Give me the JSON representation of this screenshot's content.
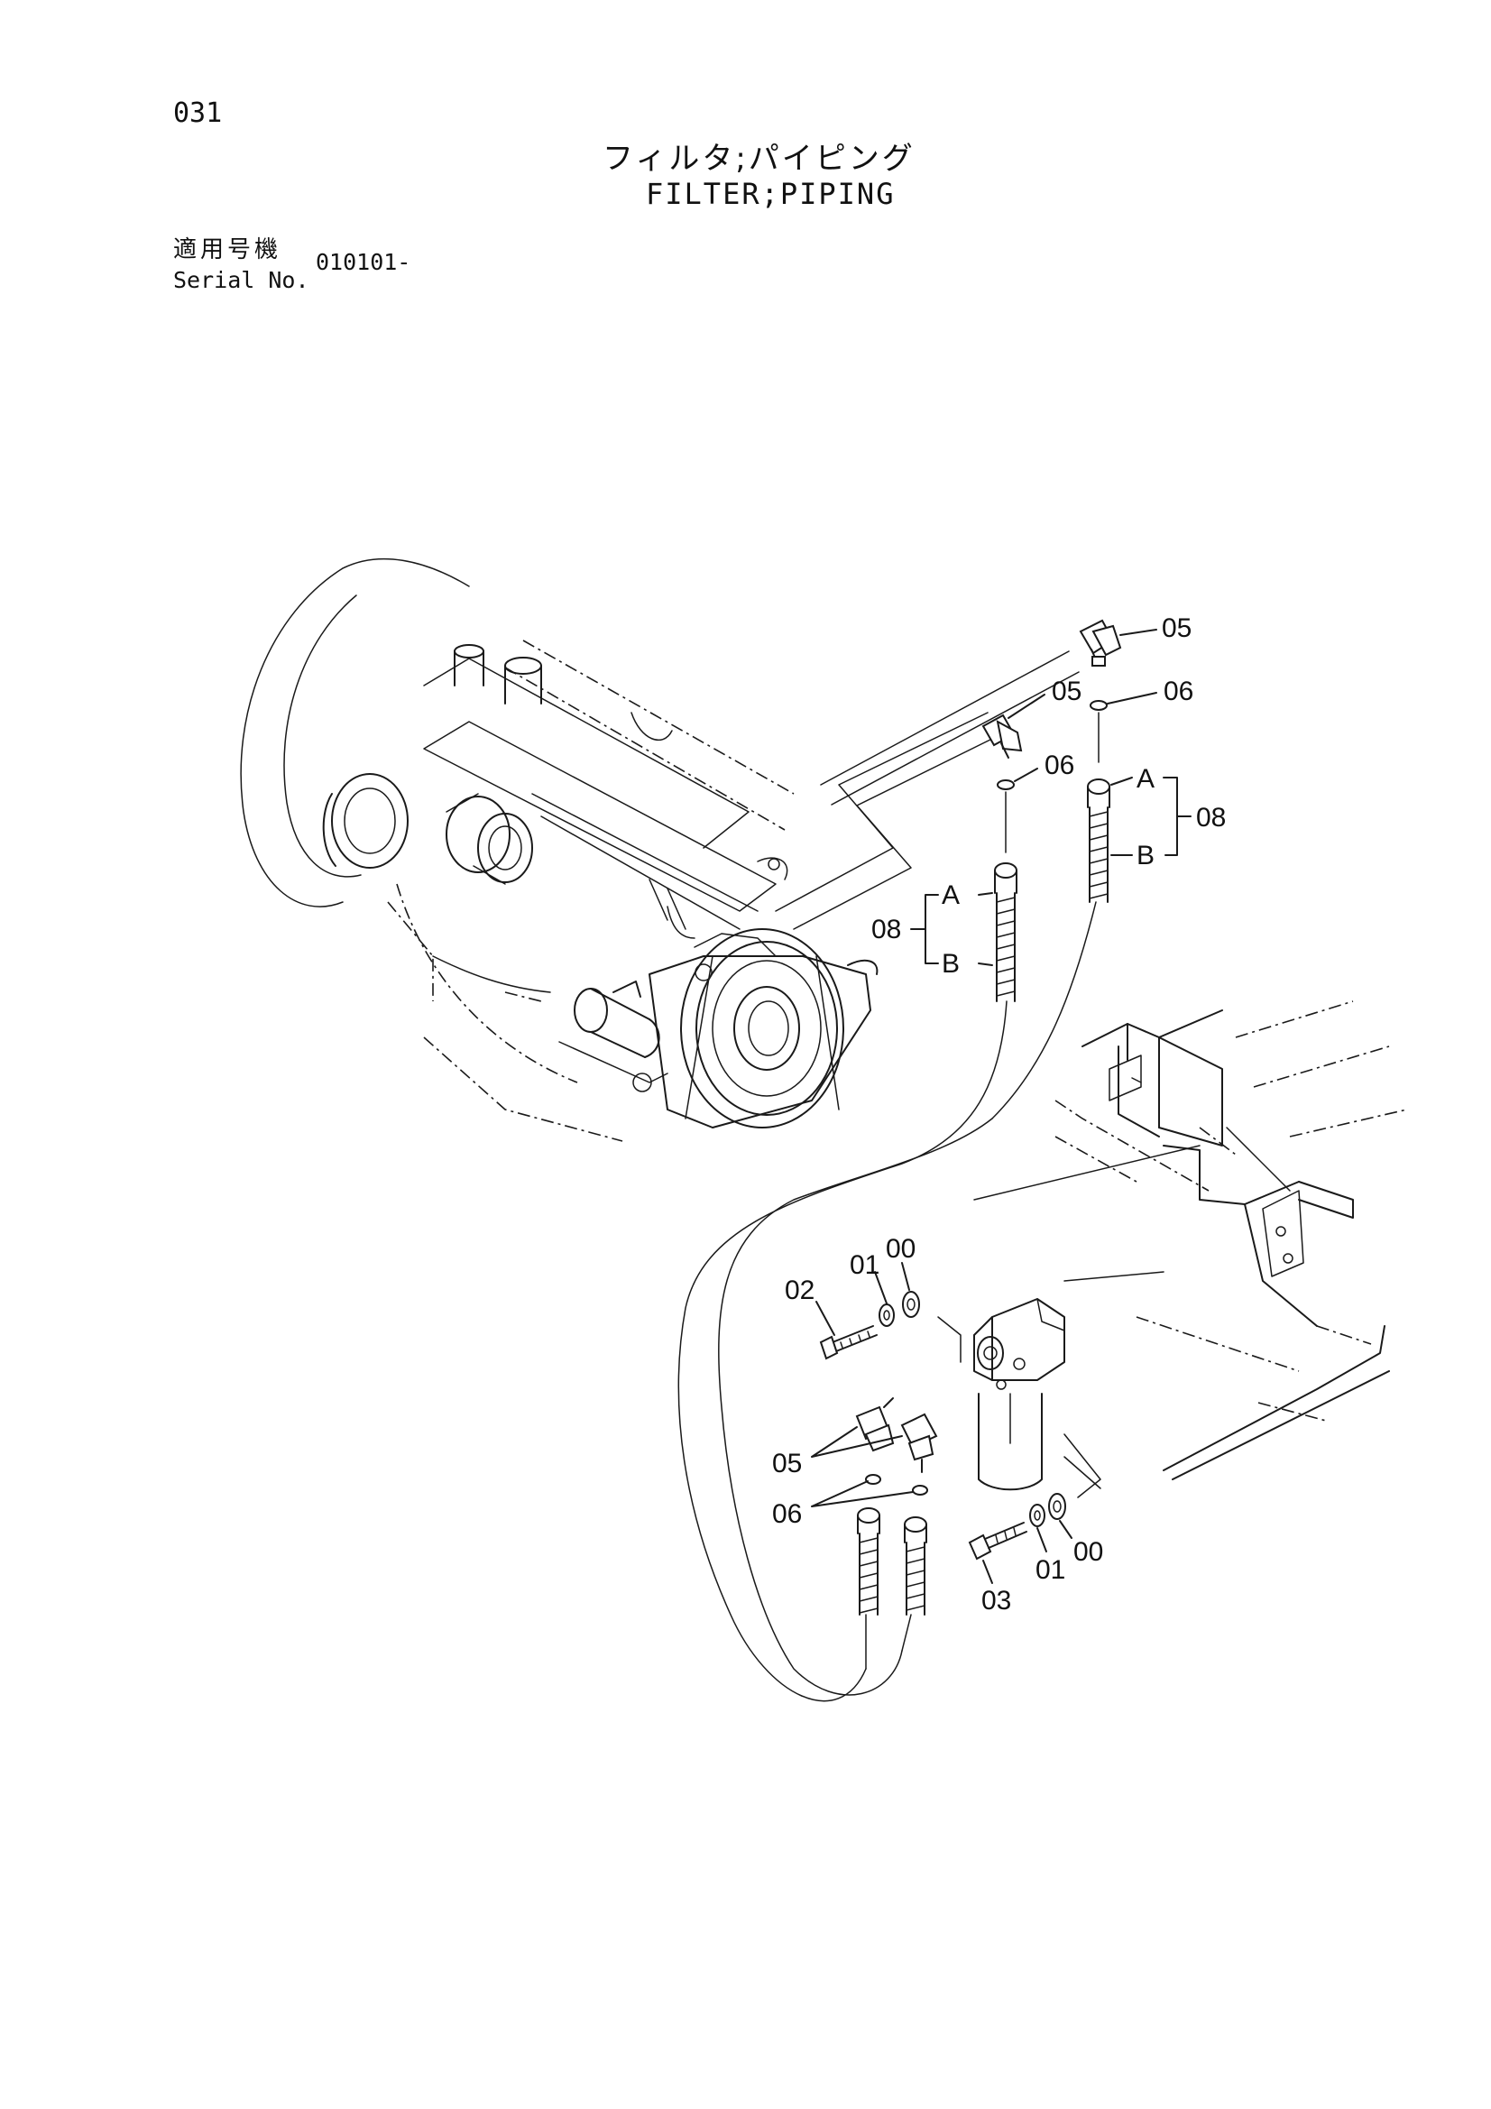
{
  "header": {
    "page_number": "031",
    "title_jp": "フィルタ;パイピング",
    "title_en": "FILTER;PIPING",
    "serial_label_jp": "適用号機",
    "serial_label_en": "Serial No.",
    "serial_value": "010101-"
  },
  "callouts": {
    "c05_top": "05",
    "c06_top": "06",
    "c05_mid": "05",
    "c06_mid": "06",
    "c08_right": "08",
    "cA_right": "A",
    "cB_right": "B",
    "c08_left": "08",
    "cA_left": "A",
    "cB_left": "B",
    "c00_upper": "00",
    "c01_upper": "01",
    "c02": "02",
    "c05_lower": "05",
    "c06_lower": "06",
    "c03": "03",
    "c01_lower": "01",
    "c00_lower": "00"
  }
}
